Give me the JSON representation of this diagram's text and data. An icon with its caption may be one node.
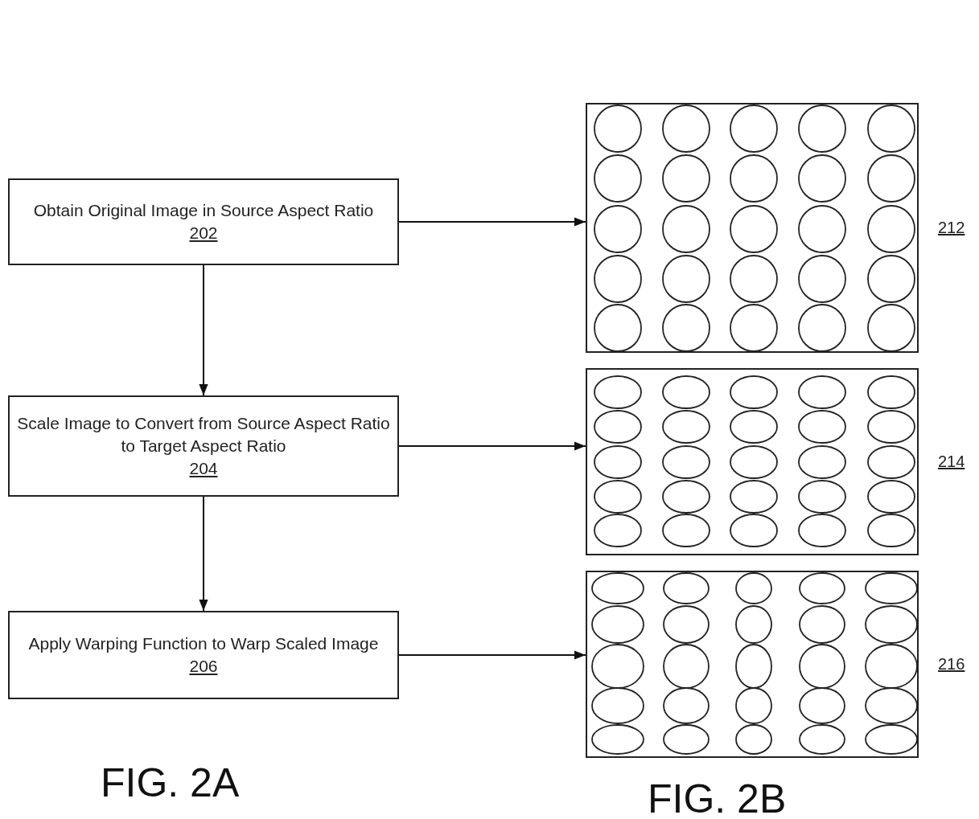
{
  "diagram": {
    "nodes": [
      {
        "text": [
          "Obtain Original Image in Source Aspect Ratio",
          "202"
        ]
      },
      {
        "text": [
          "Scale Image to Convert from Source Aspect Ratio to Target Aspect Ratio",
          "204"
        ]
      },
      {
        "text": [
          "Apply Warping Function to Warp Scaled Image",
          "206"
        ]
      },
      {
        "text": [],
        "shape": "picture",
        "beside": [
          "212"
        ]
      },
      {
        "text": [],
        "shape": "picture",
        "beside": [
          "214"
        ]
      },
      {
        "text": [],
        "shape": "picture",
        "beside": [
          "216"
        ]
      }
    ],
    "edges": [
      {
        "from": 0,
        "to": 1,
        "arrow": "to"
      },
      {
        "from": 1,
        "to": 2,
        "arrow": "to"
      },
      {
        "from": 0,
        "to": 3,
        "arrow": "to"
      },
      {
        "from": 1,
        "to": 4,
        "arrow": "to"
      },
      {
        "from": 2,
        "to": 5,
        "arrow": "to"
      }
    ],
    "labels": [
      "FIG. 2A",
      "FIG. 2B"
    ]
  }
}
